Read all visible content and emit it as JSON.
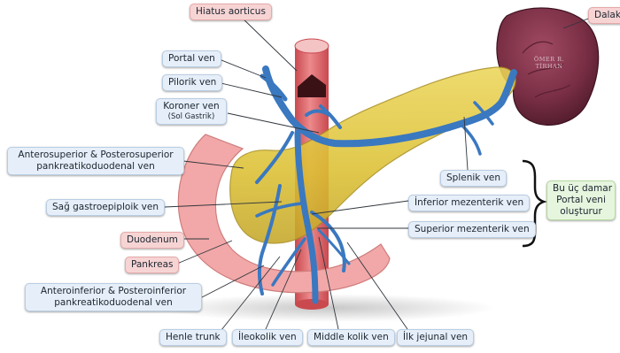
{
  "labels": {
    "hiatus_aorticus": "Hiatus aorticus",
    "dalak": "Dalak",
    "portal_ven": "Portal ven",
    "pilorik_ven": "Pilorik ven",
    "koroner_ven": "Koroner ven",
    "sol_gastrik": "(Sol Gastrik)",
    "antero_postero_superior_line1": "Anterosuperior & Posterosuperior",
    "antero_postero_superior_line2": "pankreatikoduodenal ven",
    "sag_gastroepiploik_ven": "Sağ gastroepiploik ven",
    "duodenum": "Duodenum",
    "pankreas": "Pankreas",
    "antero_postero_inferior_line1": "Anteroinferior & Posteroinferior",
    "antero_postero_inferior_line2": "pankreatikoduodenal ven",
    "henle_trunk": "Henle trunk",
    "ileokolik_ven": "İleokolik ven",
    "middle_kolik_ven": "Middle kolik ven",
    "ilk_jejunal_ven": "İlk jejunal ven",
    "splenik_ven": "Splenik ven",
    "inferior_mezenterik_ven": "İnferior mezenterik ven",
    "superior_mezenterik_ven": "Superior mezenterik ven",
    "bu_uc_damar_line1": "Bu üç damar",
    "bu_uc_damar_line2": "Portal veni",
    "bu_uc_damar_line3": "oluşturur"
  },
  "watermark": {
    "line1": "ÖMER R.",
    "line2": "TİRHAN"
  },
  "colors": {
    "vein": "#3a78c0",
    "pancreas": "#e2c739",
    "spleen": "#7a2f45",
    "aorta": "#e06f72",
    "duodenum": "#f2a8a8",
    "label_blue_bg": "#e6eff9",
    "label_pink_bg": "#f7d4d4",
    "label_green_bg": "#e6f5de"
  }
}
